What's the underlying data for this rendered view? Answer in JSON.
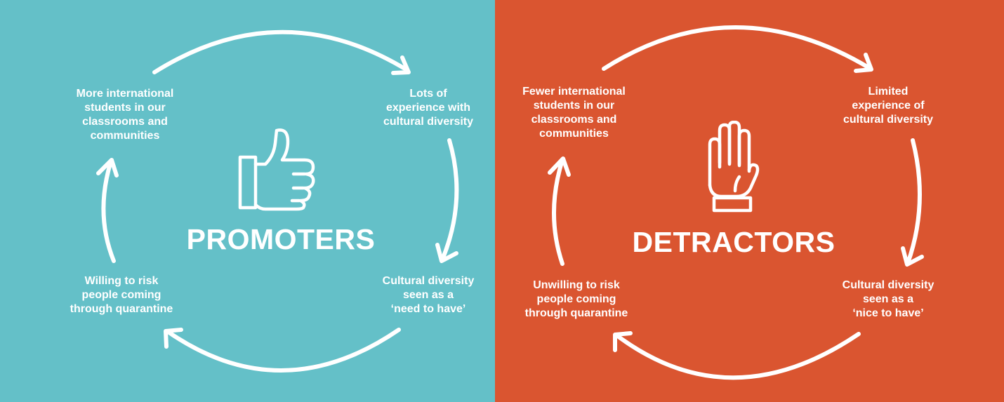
{
  "colors": {
    "promoters_bg": "#64c0c8",
    "detractors_bg": "#da5530",
    "foreground": "#ffffff"
  },
  "promoters": {
    "title": "PROMOTERS",
    "icon": "thumbs-up-icon",
    "steps": [
      "More international\nstudents in our\nclassrooms and\ncommunities",
      "Lots of\nexperience with\ncultural diversity",
      "Cultural diversity\nseen as a\n‘need to have’",
      "Willing to risk\npeople coming\nthrough quarantine"
    ]
  },
  "detractors": {
    "title": "DETRACTORS",
    "icon": "raised-hand-icon",
    "steps": [
      "Fewer international\nstudents in our\nclassrooms and\ncommunities",
      "Limited\nexperience of\ncultural diversity",
      "Cultural diversity\nseen as a\n‘nice to have’",
      "Unwilling to risk\npeople coming\nthrough quarantine"
    ]
  }
}
